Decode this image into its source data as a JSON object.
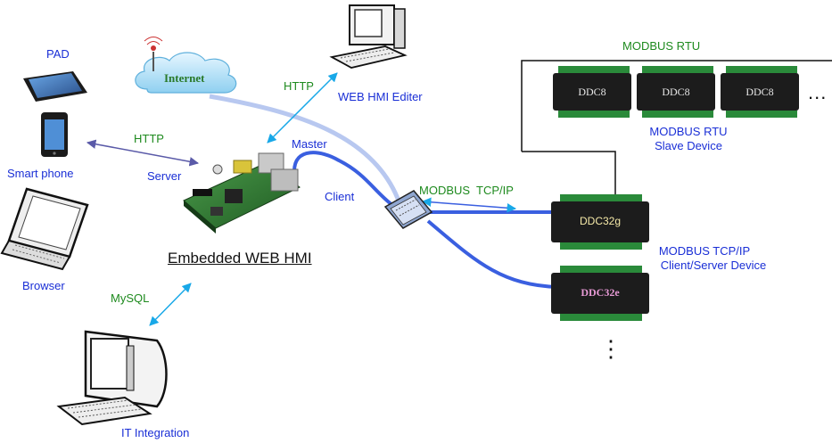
{
  "labels": {
    "pad": "PAD",
    "smart_phone": "Smart phone",
    "browser": "Browser",
    "it_integration": "IT Integration",
    "internet": "Internet",
    "http_top": "HTTP",
    "http_left": "HTTP",
    "server": "Server",
    "master": "Master",
    "client": "Client",
    "web_hmi_editor": "WEB HMI Editer",
    "embedded_web_hmi": "Embedded WEB HMI",
    "mysql": "MySQL",
    "modbus_tcpip_link": "MODBUS  TCP/IP",
    "modbus_rtu_bus": "MODBUS RTU",
    "modbus_rtu_slave_line1": "MODBUS RTU",
    "modbus_rtu_slave_line2": "Slave Device",
    "modbus_tcpip_dev_line1": "MODBUS TCP/IP",
    "modbus_tcpip_dev_line2": "Client/Server Device",
    "ellipsis_h": "...",
    "ellipsis_v": "⋮"
  },
  "devices": {
    "ddc8": [
      "DDC8",
      "DDC8",
      "DDC8"
    ],
    "ddc32g": "DDC32g",
    "ddc32e": "DDC32e"
  },
  "colors": {
    "label_blue": "#1a2fd6",
    "label_green": "#1e8a1e",
    "cable_blue": "#3a5fe0",
    "cable_light": "#b8c8f0",
    "arrow_cyan": "#18a8e8",
    "arrow_purple": "#5a5aa8"
  }
}
